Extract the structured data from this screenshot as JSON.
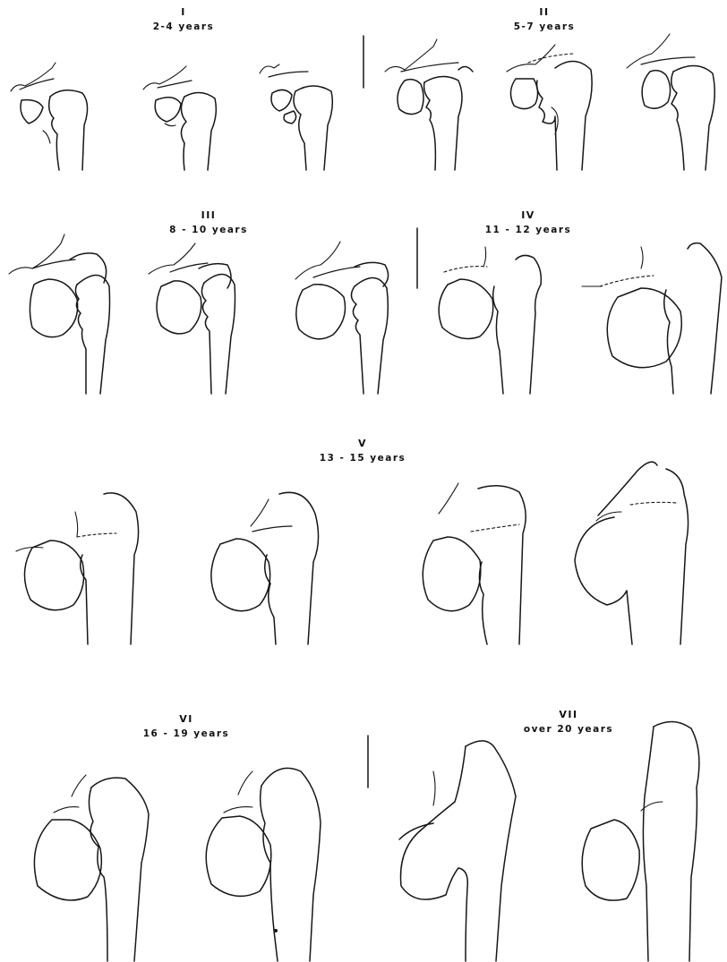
{
  "stages": [
    {
      "id": "I",
      "roman": "I",
      "age": "2-4 years"
    },
    {
      "id": "II",
      "roman": "II",
      "age": "5-7  years"
    },
    {
      "id": "III",
      "roman": "III",
      "age": "8 - 10  years"
    },
    {
      "id": "IV",
      "roman": "IV",
      "age": "11 - 12  years"
    },
    {
      "id": "V",
      "roman": "V",
      "age": "13 - 15  years"
    },
    {
      "id": "VI",
      "roman": "VI",
      "age": "16 - 19  years"
    },
    {
      "id": "VII",
      "roman": "VII",
      "age": "over  20  years"
    }
  ],
  "colors": {
    "line": "#161616",
    "background": "#ffffff"
  }
}
